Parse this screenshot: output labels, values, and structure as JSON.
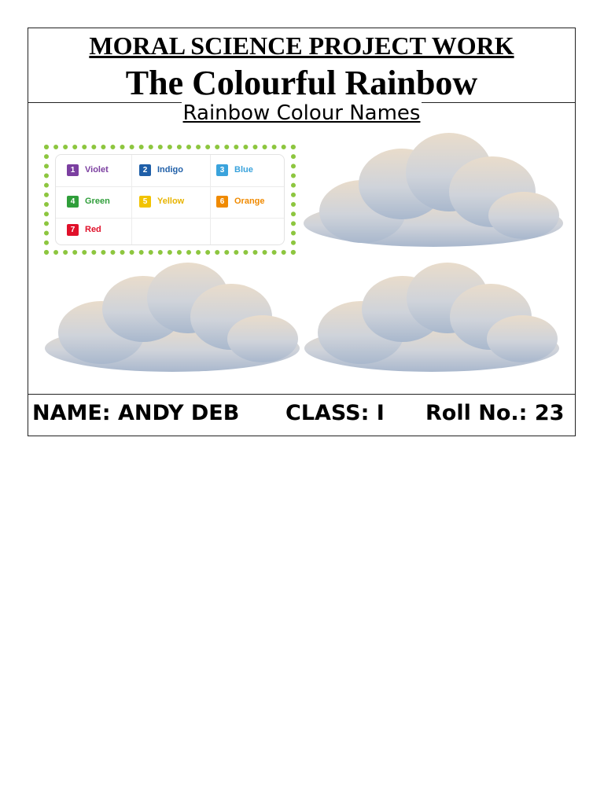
{
  "header": {
    "project_title": "MORAL SCIENCE PROJECT WORK",
    "main_title": "The Colourful Rainbow"
  },
  "subtitle": "Rainbow Colour Names",
  "colours": [
    {
      "num": "1",
      "name": "Violet",
      "color": "#7b3fa0"
    },
    {
      "num": "2",
      "name": "Indigo",
      "color": "#1f5fa8"
    },
    {
      "num": "3",
      "name": "Blue",
      "color": "#3aa3dc"
    },
    {
      "num": "4",
      "name": "Green",
      "color": "#2f9e3a"
    },
    {
      "num": "5",
      "name": "Yellow",
      "color": "#f2c300"
    },
    {
      "num": "6",
      "name": "Orange",
      "color": "#f08a00"
    },
    {
      "num": "7",
      "name": "Red",
      "color": "#e0102a"
    }
  ],
  "footer": {
    "name": "NAME: ANDY DEB",
    "class": "CLASS: I",
    "roll": "Roll No.: 23"
  }
}
